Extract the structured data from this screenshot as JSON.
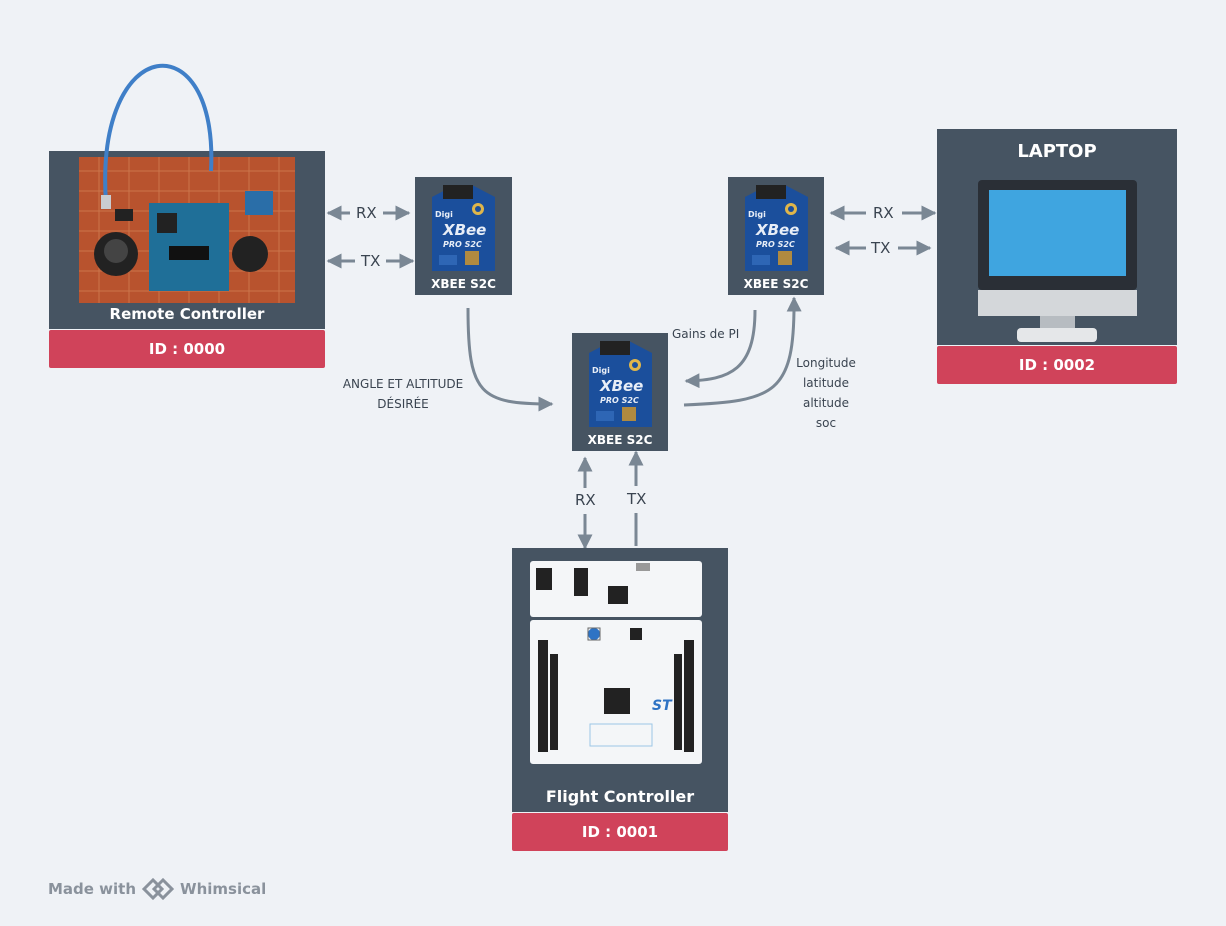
{
  "nodes": {
    "remote": {
      "title": "Remote Controller",
      "id": "ID : 0000"
    },
    "xbee_left": {
      "title": "XBEE S2C"
    },
    "xbee_right": {
      "title": "XBEE S2C"
    },
    "xbee_center": {
      "title": "XBEE S2C"
    },
    "laptop": {
      "title": "LAPTOP",
      "id": "ID : 0002"
    },
    "flight": {
      "title": "Flight Controller",
      "id": "ID : 0001"
    }
  },
  "xbee_chip": {
    "brand": "Digi",
    "model": "XBee",
    "variant": "PRO S2C"
  },
  "edges": {
    "remote_rx": "RX",
    "remote_tx": "TX",
    "laptop_rx": "RX",
    "laptop_tx": "TX",
    "flight_rx": "RX",
    "flight_tx": "TX",
    "angle_line1": "ANGLE ET ALTITUDE",
    "angle_line2": "DÉSIRÉE",
    "gains": "Gains de PI",
    "telemetry": [
      "Longitude",
      "latitude",
      "altitude",
      "soc"
    ]
  },
  "footer": {
    "prefix": "Made with",
    "brand": "Whimsical"
  },
  "colors": {
    "background": "#eff2f6",
    "node": "#465462",
    "badge": "#d0435a",
    "arrow": "#7a8794",
    "screen": "#3fa5e0"
  }
}
